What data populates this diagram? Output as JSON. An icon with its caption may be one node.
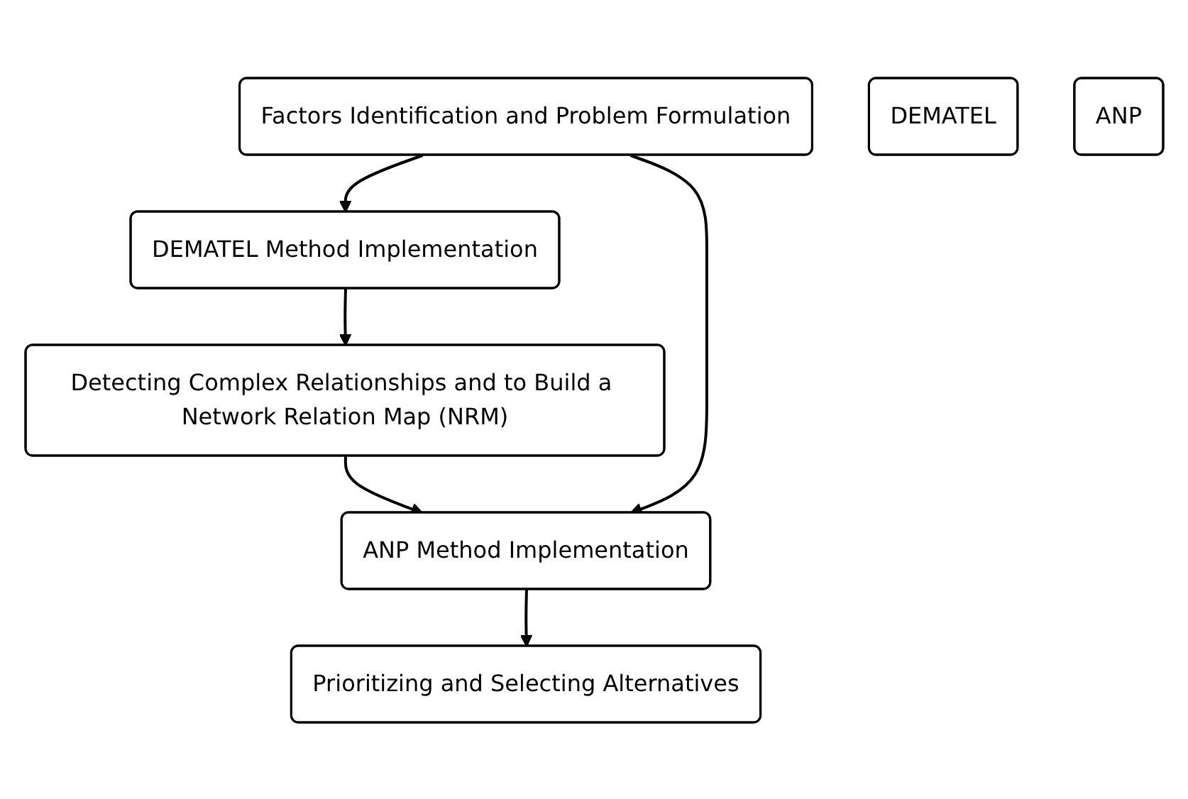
{
  "diagram": {
    "nodes": [
      {
        "text": [
          "Factors Identification and Problem Formulation"
        ]
      },
      {
        "text": [
          "DEMATEL"
        ]
      },
      {
        "text": [
          "DEMATEL Method Implementation"
        ]
      },
      {
        "text": [
          "Detecting Complex Relationships and to Build a Network Relation Map (NRM)"
        ]
      },
      {
        "text": [
          "ANP Method Implementation"
        ]
      },
      {
        "text": [
          "ANP"
        ]
      },
      {
        "text": [
          "Prioritizing and Selecting Alternatives"
        ]
      }
    ],
    "edges": [
      {
        "from": 0,
        "to": 2,
        "arrow": "to"
      },
      {
        "from": 2,
        "to": 3,
        "arrow": "to"
      },
      {
        "from": 3,
        "to": 4,
        "arrow": "to"
      },
      {
        "from": 0,
        "to": 4,
        "arrow": "to"
      },
      {
        "from": 4,
        "to": 6,
        "arrow": "to"
      }
    ]
  }
}
